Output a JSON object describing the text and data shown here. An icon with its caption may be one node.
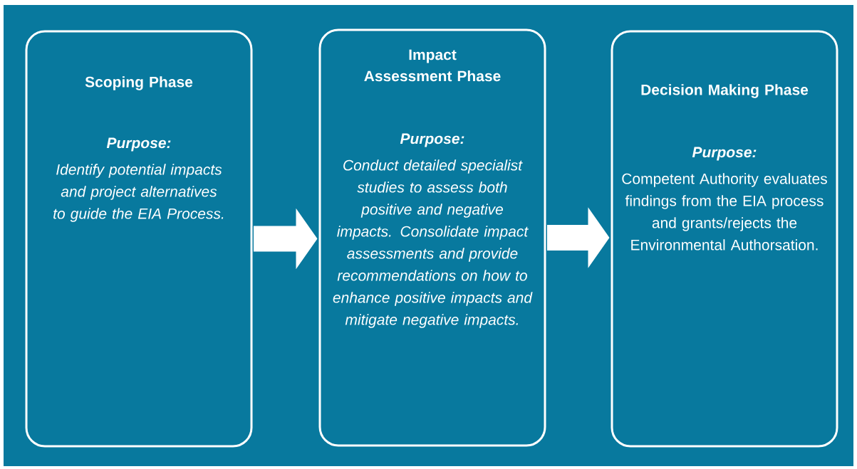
{
  "diagram": {
    "nodes": [
      {
        "text": [
          "Scoping Phase",
          "Purpose:",
          "Identify potential impacts and project alternatives to guide the EIA Process."
        ]
      },
      {
        "text": [
          "Impact Assessment Phase",
          "Purpose:",
          "Conduct detailed specialist studies to assess both positive and negative impacts. Consolidate impact assessments and provide recommendations on how to enhance positive impacts and mitigate negative impacts."
        ]
      },
      {
        "text": [
          "Decision Making Phase",
          "Purpose:",
          "Competent Authority evaluates findings from the EIA process and grants/rejects the Environmental Authorsation."
        ]
      }
    ],
    "edges": [
      {
        "from": 0,
        "to": 1,
        "arrow": "to"
      },
      {
        "from": 1,
        "to": 2,
        "arrow": "to"
      }
    ]
  }
}
